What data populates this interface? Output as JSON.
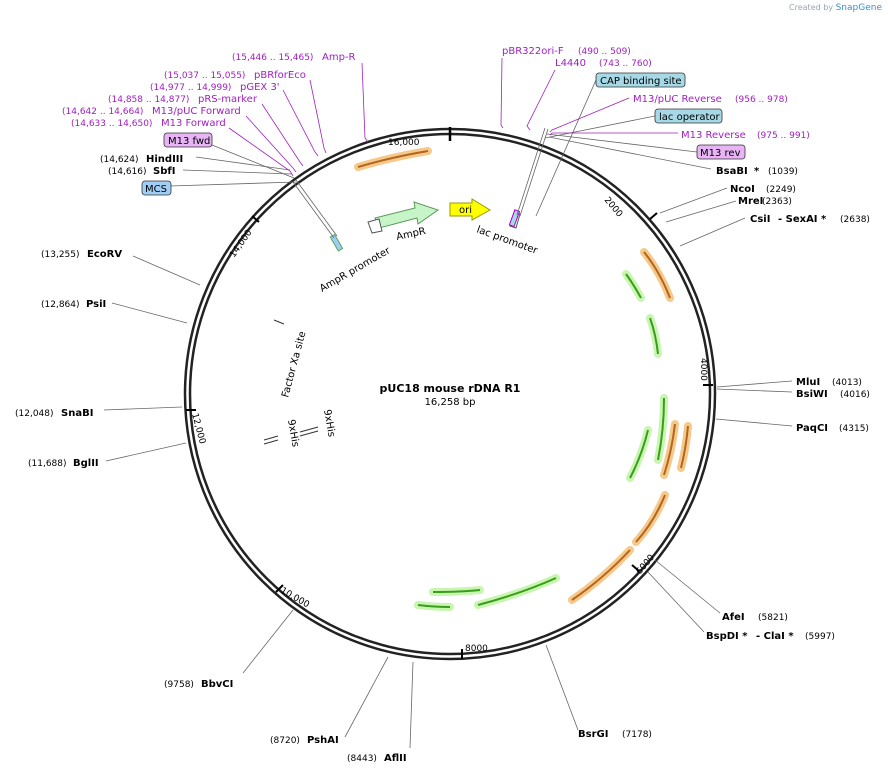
{
  "credit": {
    "prefix": "Created by",
    "brand": "SnapGene"
  },
  "plasmid": {
    "name": "pUC18 mouse rDNA R1",
    "length": "16,258 bp"
  },
  "ticks": [
    "2000",
    "4000",
    "6000",
    "8000",
    "10,000",
    "12,000",
    "14,000",
    "16,000"
  ],
  "sites_left": [
    {
      "name": "EcoRV",
      "pos": "(13,255)"
    },
    {
      "name": "PsiI",
      "pos": "(12,864)"
    },
    {
      "name": "SnaBI",
      "pos": "(12,048)"
    },
    {
      "name": "BglII",
      "pos": "(11,688)"
    },
    {
      "name": "BbvCI",
      "pos": "(9758)"
    },
    {
      "name": "PshAI",
      "pos": "(8720)"
    },
    {
      "name": "AflII",
      "pos": "(8443)"
    },
    {
      "name": "HindIII",
      "pos": "(14,624)"
    },
    {
      "name": "SbfI",
      "pos": "(14,616)"
    }
  ],
  "sites_right": [
    {
      "name": "BsaBI",
      "star": "*",
      "pos": "(1039)"
    },
    {
      "name": "NcoI",
      "pos": "(2249)"
    },
    {
      "name": "MreI",
      "pos": "(2363)"
    },
    {
      "name": "CsiI",
      "extra": "- SexAI *",
      "pos": "(2638)"
    },
    {
      "name": "MluI",
      "pos": "(4013)"
    },
    {
      "name": "BsiWI",
      "pos": "(4016)"
    },
    {
      "name": "PaqCI",
      "pos": "(4315)"
    },
    {
      "name": "AfeI",
      "pos": "(5821)"
    },
    {
      "name": "BspDI *",
      "extra": "- ClaI *",
      "pos": "(5997)"
    },
    {
      "name": "BsrGI",
      "pos": "(7178)"
    }
  ],
  "primers_left": [
    {
      "name": "Amp-R",
      "pos": "(15,446 .. 15,465)"
    },
    {
      "name": "pBRforEco",
      "pos": "(15,037 .. 15,055)"
    },
    {
      "name": "pGEX 3'",
      "pos": "(14,977 .. 14,999)"
    },
    {
      "name": "pRS-marker",
      "pos": "(14,858 .. 14,877)"
    },
    {
      "name": "M13/pUC Forward",
      "pos": "(14,642 .. 14,664)"
    },
    {
      "name": "M13 Forward",
      "pos": "(14,633 .. 14,650)"
    }
  ],
  "primers_right": [
    {
      "name": "pBR322ori-F",
      "pos": "(490 .. 509)"
    },
    {
      "name": "L4440",
      "pos": "(743 .. 760)"
    },
    {
      "name": "M13/pUC Reverse",
      "pos": "(956 .. 978)"
    },
    {
      "name": "M13 Reverse",
      "pos": "(975 .. 991)"
    }
  ],
  "boxes": {
    "m13fwd": "M13 fwd",
    "mcs": "MCS",
    "cap": "CAP binding site",
    "lacop": "lac operator",
    "m13rev": "M13 rev"
  },
  "features": {
    "ori": "ori",
    "ampr": "AmpR",
    "ampr_promoter": "AmpR promoter",
    "lac_promoter": "lac promoter",
    "factor_xa": "Factor Xa site",
    "his1": "9xHis",
    "his2": "9xHis"
  },
  "colors": {
    "primer": "#a020c0",
    "orf_green": "#3a9d1c",
    "orf_brown": "#b5651d",
    "ori_yellow": "#ffff00",
    "ampr_green": "#c8f5c8",
    "cap_box": "#a6d8e6",
    "mcs_box": "#9fcdf5",
    "m13_box": "#e8b4f5"
  }
}
